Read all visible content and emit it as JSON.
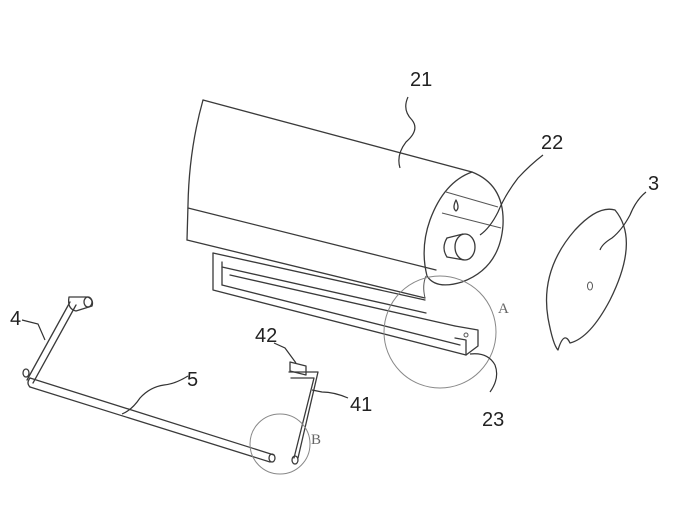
{
  "labels": {
    "part_21": "21",
    "part_22": "22",
    "part_23": "23",
    "part_3": "3",
    "part_4": "4",
    "part_5": "5",
    "part_41": "41",
    "part_42": "42",
    "detail_a": "A",
    "detail_b": "B"
  }
}
